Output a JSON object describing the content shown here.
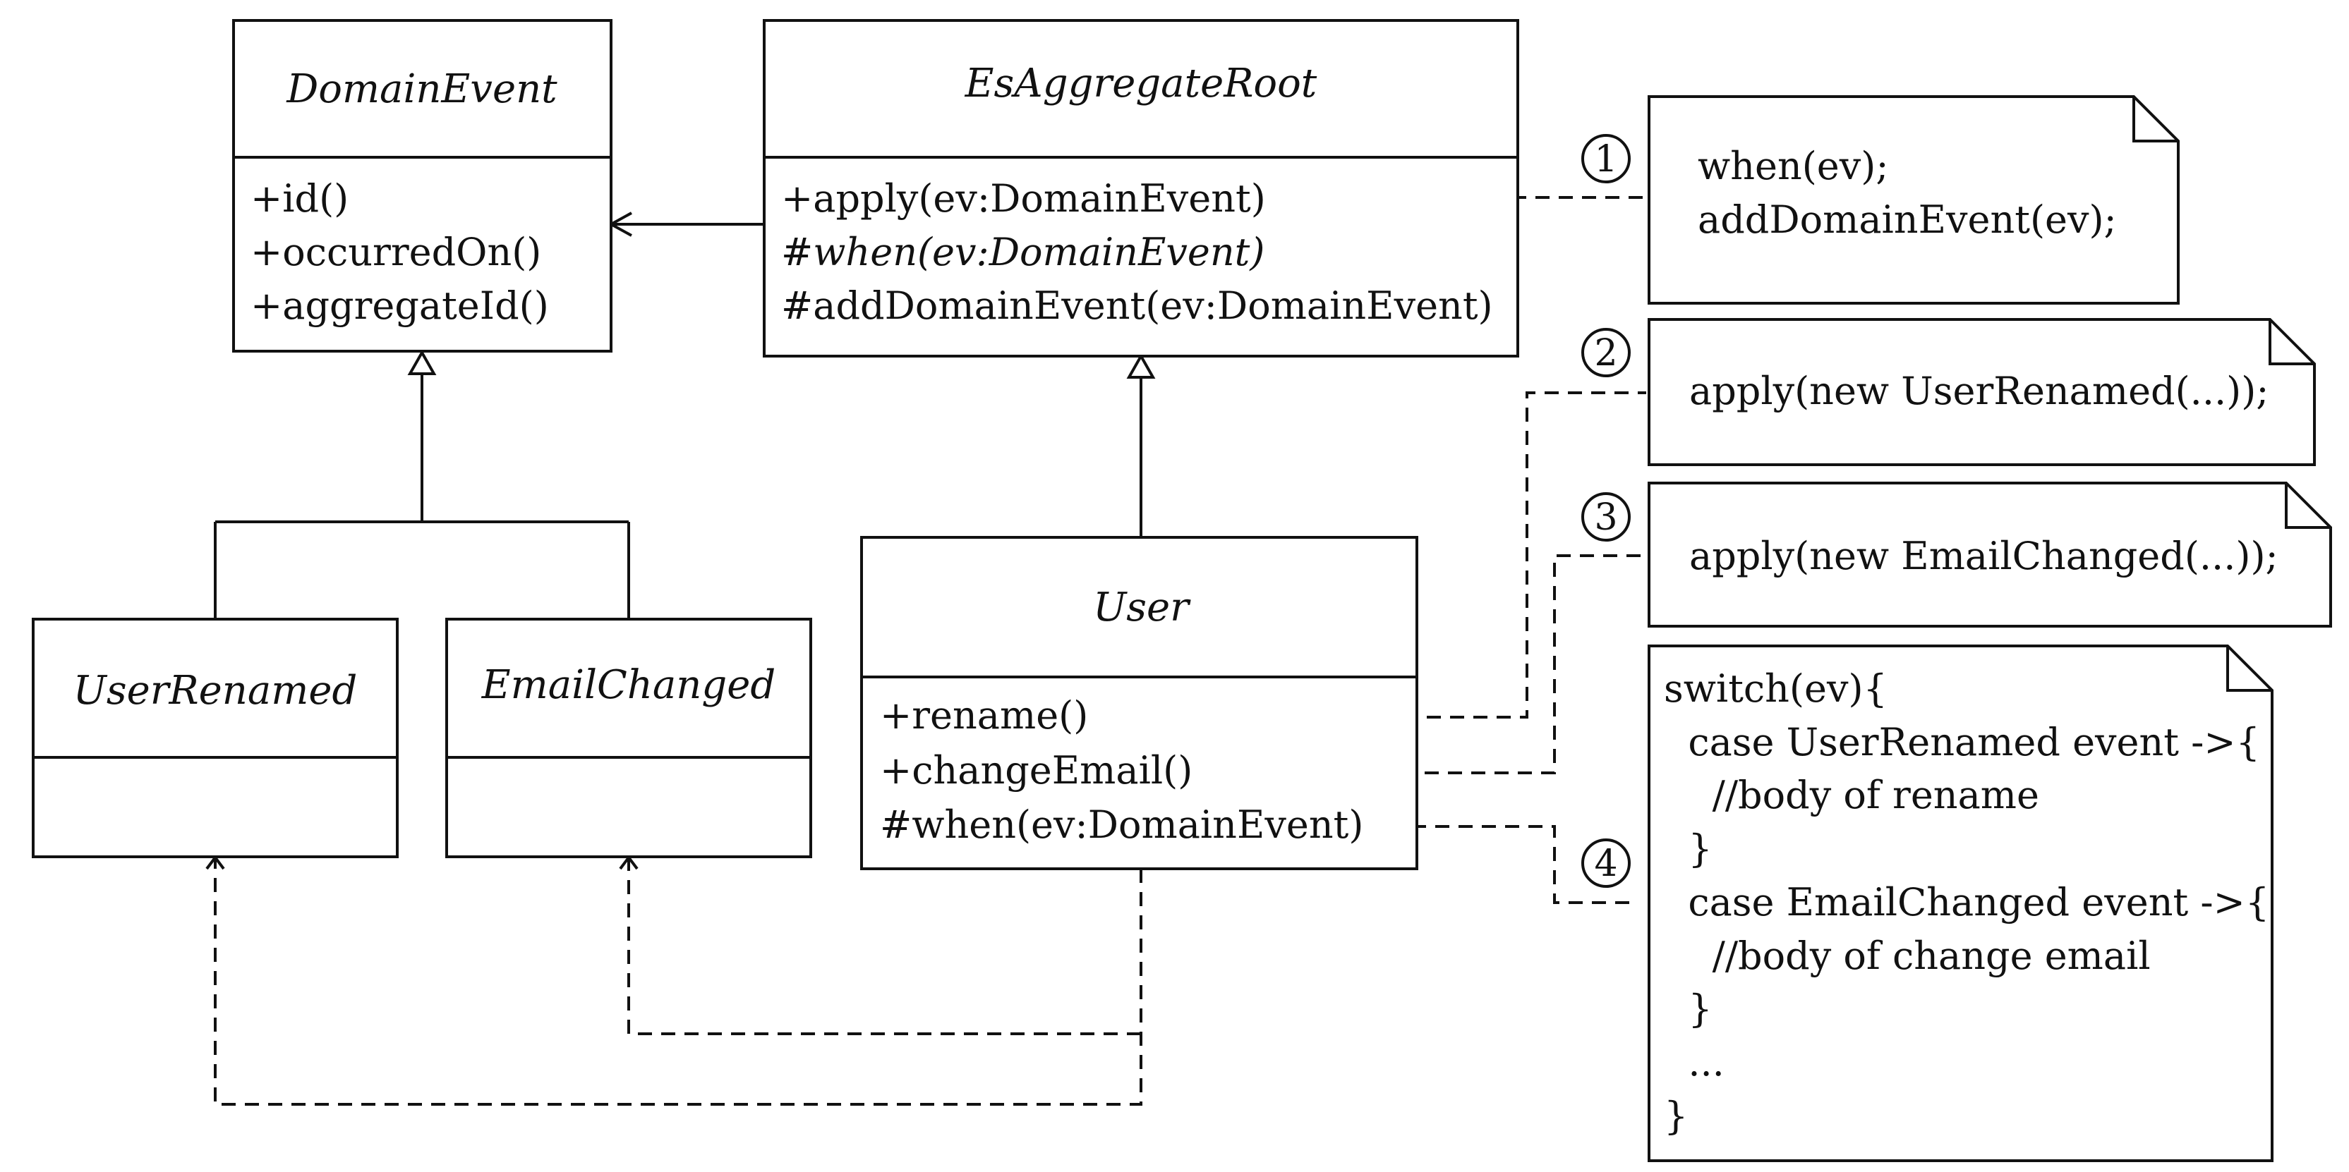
{
  "classes": {
    "domain_event": {
      "name": "DomainEvent",
      "operations": [
        "+id()",
        "+occurredOn()",
        "+aggregateId()"
      ]
    },
    "es_aggregate_root": {
      "name": "EsAggregateRoot",
      "operations": [
        "+apply(ev:DomainEvent)",
        "#when(ev:DomainEvent)",
        "#addDomainEvent(ev:DomainEvent)"
      ]
    },
    "user_renamed": {
      "name": "UserRenamed"
    },
    "email_changed": {
      "name": "EmailChanged"
    },
    "user": {
      "name": "User",
      "operations": [
        "+rename()",
        "+changeEmail()",
        "#when(ev:DomainEvent)"
      ]
    }
  },
  "notes": [
    {
      "number": "1",
      "lines": [
        "when(ev);",
        "addDomainEvent(ev);"
      ]
    },
    {
      "number": "2",
      "lines": [
        "apply(new UserRenamed(...));"
      ]
    },
    {
      "number": "3",
      "lines": [
        "apply(new EmailChanged(...));"
      ]
    },
    {
      "number": "4",
      "lines": [
        "switch(ev){",
        "  case UserRenamed event ->{",
        "    //body of rename",
        "  }",
        "  case EmailChanged event ->{",
        "    //body of change email",
        "  }",
        "  ...",
        "}"
      ]
    }
  ]
}
